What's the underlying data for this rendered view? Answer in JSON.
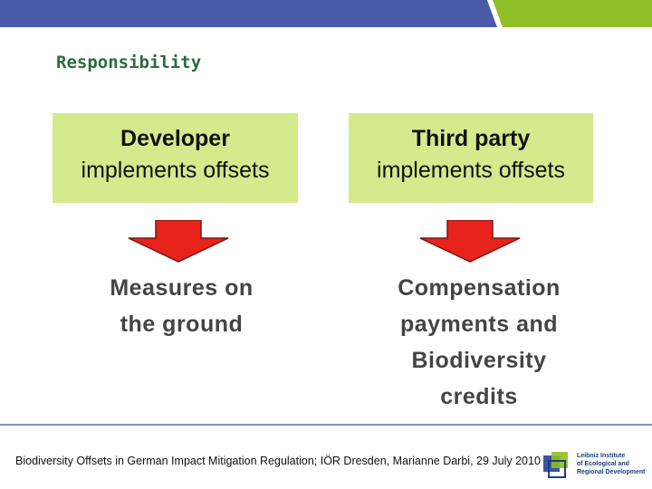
{
  "colors": {
    "header_blue": "#4a5aa8",
    "header_green": "#8fbf26",
    "box_fill": "#d4ea8c",
    "arrow_red": "#e8231b",
    "heading_green": "#2e6b3c",
    "divider": "#7d98c4"
  },
  "heading": "Responsibility",
  "left": {
    "title": "Developer",
    "subtitle": "implements offsets",
    "result": [
      "Measures on",
      "the ground"
    ]
  },
  "right": {
    "title": "Third party",
    "subtitle": "implements offsets",
    "result": [
      "Compensation",
      "payments and",
      "Biodiversity",
      "credits"
    ]
  },
  "footer": "Biodiversity Offsets in German Impact Mitigation Regulation; IÖR Dresden, Marianne Darbi, 29 July 2010",
  "logo": {
    "icon": "ioer-logo-icon",
    "lines": [
      "Leibniz Institute",
      "of Ecological and",
      "Regional Development"
    ]
  }
}
